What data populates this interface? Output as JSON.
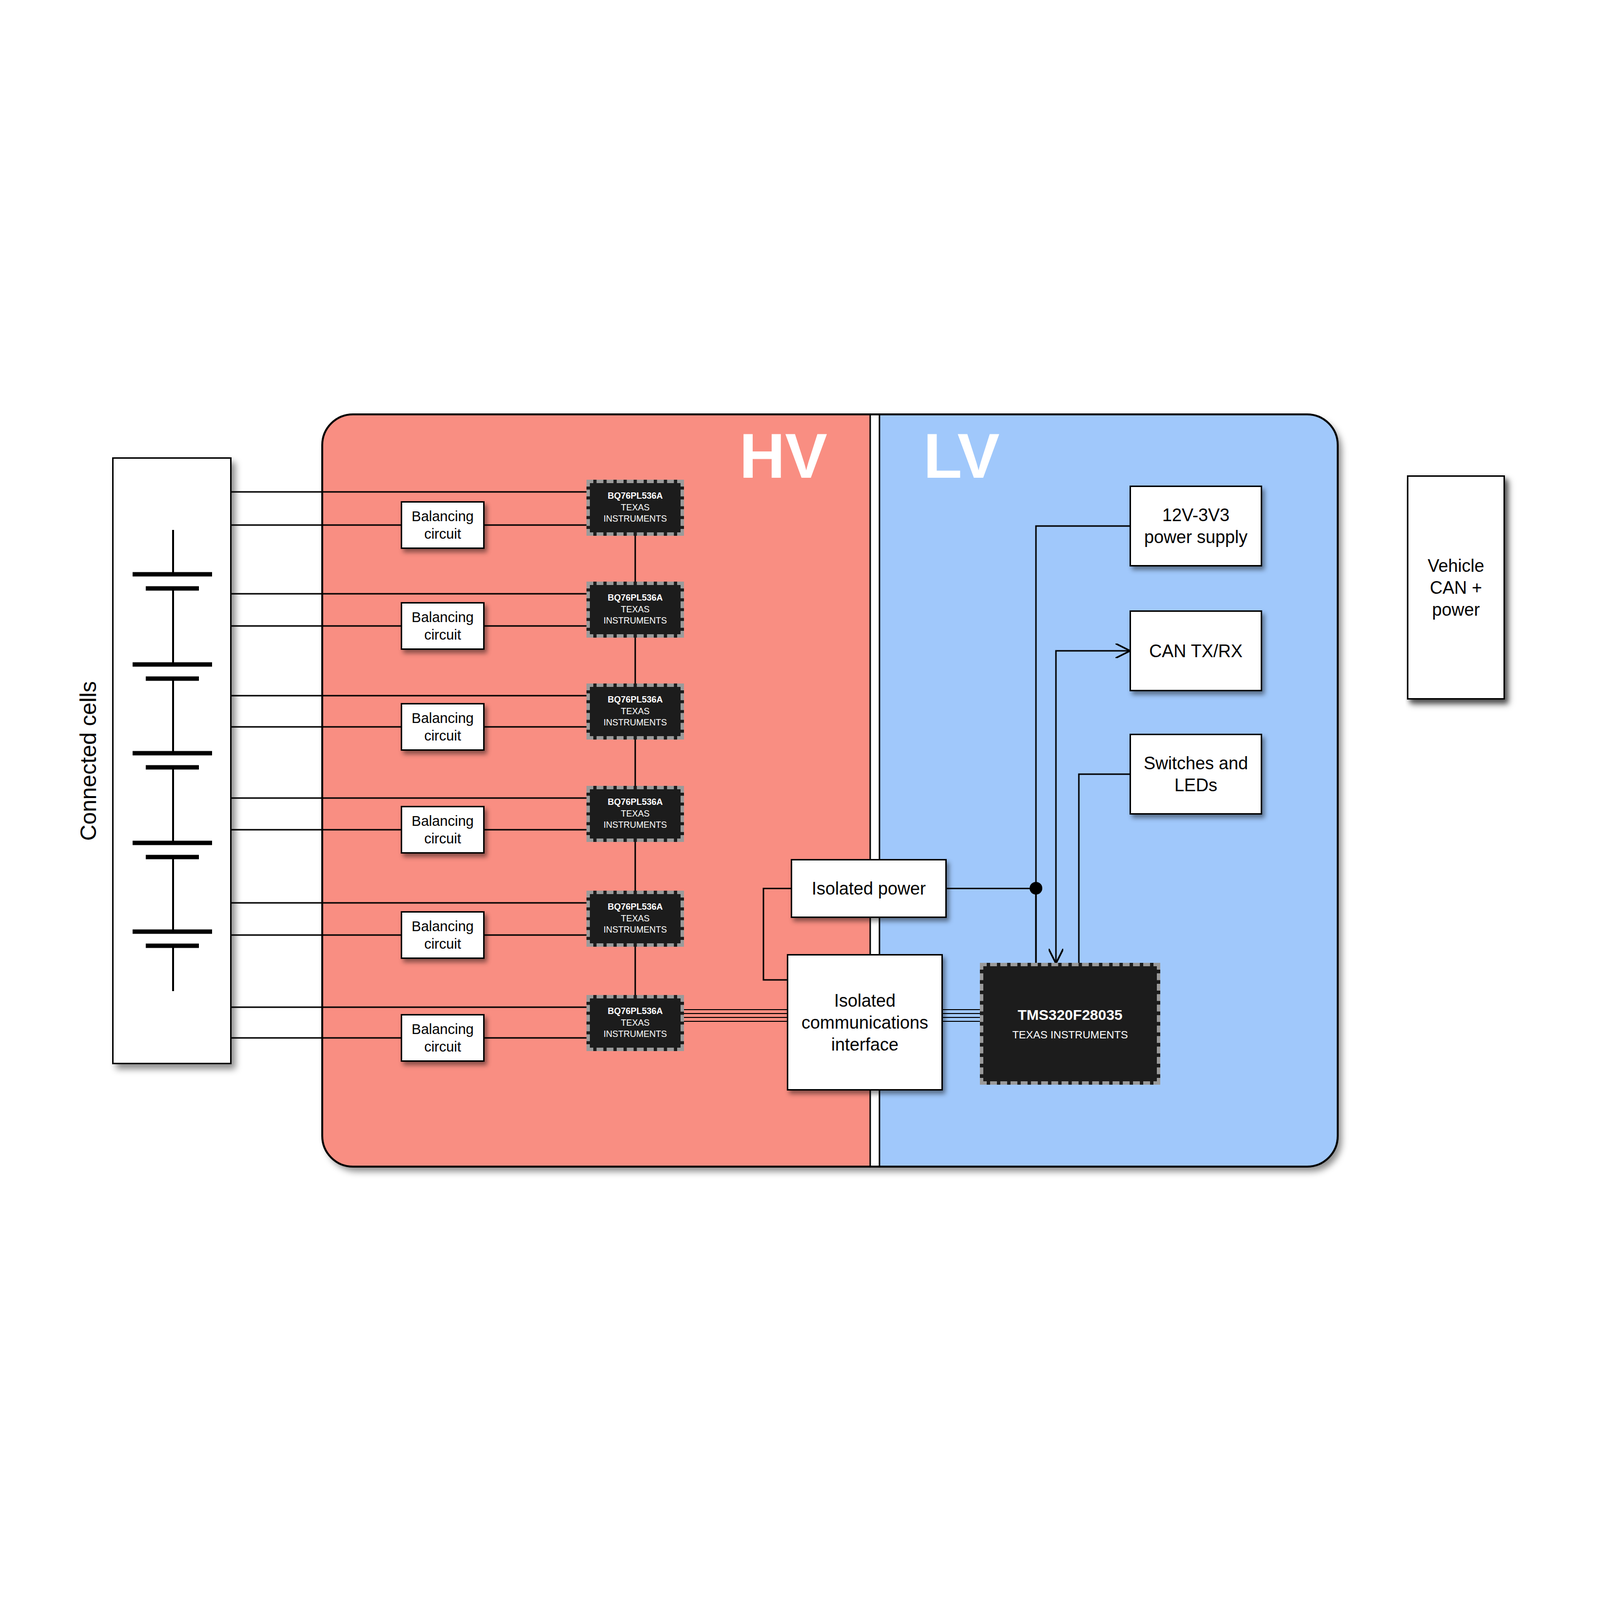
{
  "diagram": {
    "nodes": [
      {
        "text": [
          "Connected cells"
        ]
      },
      {
        "text": [
          "HV"
        ]
      },
      {
        "text": [
          "BQ76PL536A",
          "TEXAS INSTRUMENTS"
        ],
        "in": 1
      },
      {
        "text": [
          "Balancing circuit"
        ],
        "in": 1
      },
      {
        "text": [
          "BQ76PL536A",
          "TEXAS INSTRUMENTS"
        ],
        "in": 1
      },
      {
        "text": [
          "Balancing circuit"
        ],
        "in": 1
      },
      {
        "text": [
          "BQ76PL536A",
          "TEXAS INSTRUMENTS"
        ],
        "in": 1
      },
      {
        "text": [
          "Balancing circuit"
        ],
        "in": 1
      },
      {
        "text": [
          "BQ76PL536A",
          "TEXAS INSTRUMENTS"
        ],
        "in": 1
      },
      {
        "text": [
          "Balancing circuit"
        ],
        "in": 1
      },
      {
        "text": [
          "BQ76PL536A",
          "TEXAS INSTRUMENTS"
        ],
        "in": 1
      },
      {
        "text": [
          "Balancing circuit"
        ],
        "in": 1
      },
      {
        "text": [
          "BQ76PL536A",
          "TEXAS INSTRUMENTS"
        ],
        "in": 1
      },
      {
        "text": [
          "Balancing circuit"
        ],
        "in": 1
      },
      {
        "text": [
          "LV"
        ]
      },
      {
        "text": [
          "12V-3V3 power supply"
        ],
        "in": 14
      },
      {
        "text": [
          "CAN TX/RX"
        ],
        "in": 14
      },
      {
        "text": [
          "Switches and LEDs"
        ],
        "in": 14
      },
      {
        "text": [
          "Isolated power"
        ]
      },
      {
        "text": [
          "Isolated communications interface"
        ]
      },
      {
        "text": [
          "TMS320F28035",
          "TEXAS INSTRUMENTS"
        ],
        "in": 14
      },
      {
        "text": [
          "Vehicle CAN + power"
        ]
      }
    ],
    "edges": [
      {
        "from": 0,
        "to": 2,
        "arrow": "none"
      },
      {
        "from": 0,
        "to": 3,
        "arrow": "none"
      },
      {
        "from": 3,
        "to": 2,
        "arrow": "none"
      },
      {
        "from": 0,
        "to": 4,
        "arrow": "none"
      },
      {
        "from": 0,
        "to": 5,
        "arrow": "none"
      },
      {
        "from": 5,
        "to": 4,
        "arrow": "none"
      },
      {
        "from": 0,
        "to": 6,
        "arrow": "none"
      },
      {
        "from": 0,
        "to": 7,
        "arrow": "none"
      },
      {
        "from": 7,
        "to": 6,
        "arrow": "none"
      },
      {
        "from": 0,
        "to": 8,
        "arrow": "none"
      },
      {
        "from": 0,
        "to": 9,
        "arrow": "none"
      },
      {
        "from": 9,
        "to": 8,
        "arrow": "none"
      },
      {
        "from": 0,
        "to": 10,
        "arrow": "none"
      },
      {
        "from": 0,
        "to": 11,
        "arrow": "none"
      },
      {
        "from": 11,
        "to": 10,
        "arrow": "none"
      },
      {
        "from": 0,
        "to": 12,
        "arrow": "none"
      },
      {
        "from": 0,
        "to": 13,
        "arrow": "none"
      },
      {
        "from": 13,
        "to": 12,
        "arrow": "none"
      },
      {
        "from": 2,
        "to": 4,
        "arrow": "none"
      },
      {
        "from": 4,
        "to": 6,
        "arrow": "none"
      },
      {
        "from": 6,
        "to": 8,
        "arrow": "none"
      },
      {
        "from": 8,
        "to": 10,
        "arrow": "none"
      },
      {
        "from": 10,
        "to": 12,
        "arrow": "none"
      },
      {
        "from": 12,
        "to": 19,
        "arrow": "none"
      },
      {
        "from": 19,
        "to": 20,
        "arrow": "none"
      },
      {
        "from": 19,
        "to": 18,
        "arrow": "none"
      },
      {
        "from": 15,
        "to": 20,
        "arrow": "none"
      },
      {
        "from": 18,
        "to": 20,
        "arrow": "none"
      },
      {
        "from": 20,
        "to": 16,
        "arrow": "both"
      },
      {
        "from": 17,
        "to": 20,
        "arrow": "none"
      }
    ]
  }
}
